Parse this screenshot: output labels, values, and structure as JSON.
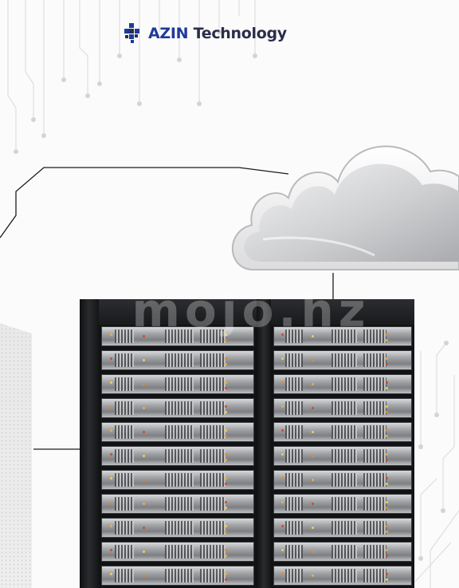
{
  "logo": {
    "brand": "AZIN",
    "word": "Technology"
  },
  "watermark": "mojo.hz",
  "colors": {
    "brand_blue": "#1f3a9a",
    "brand_dark": "#2b2d4a",
    "line": "#1c1c1c",
    "circuit": "#d6d6d6"
  }
}
